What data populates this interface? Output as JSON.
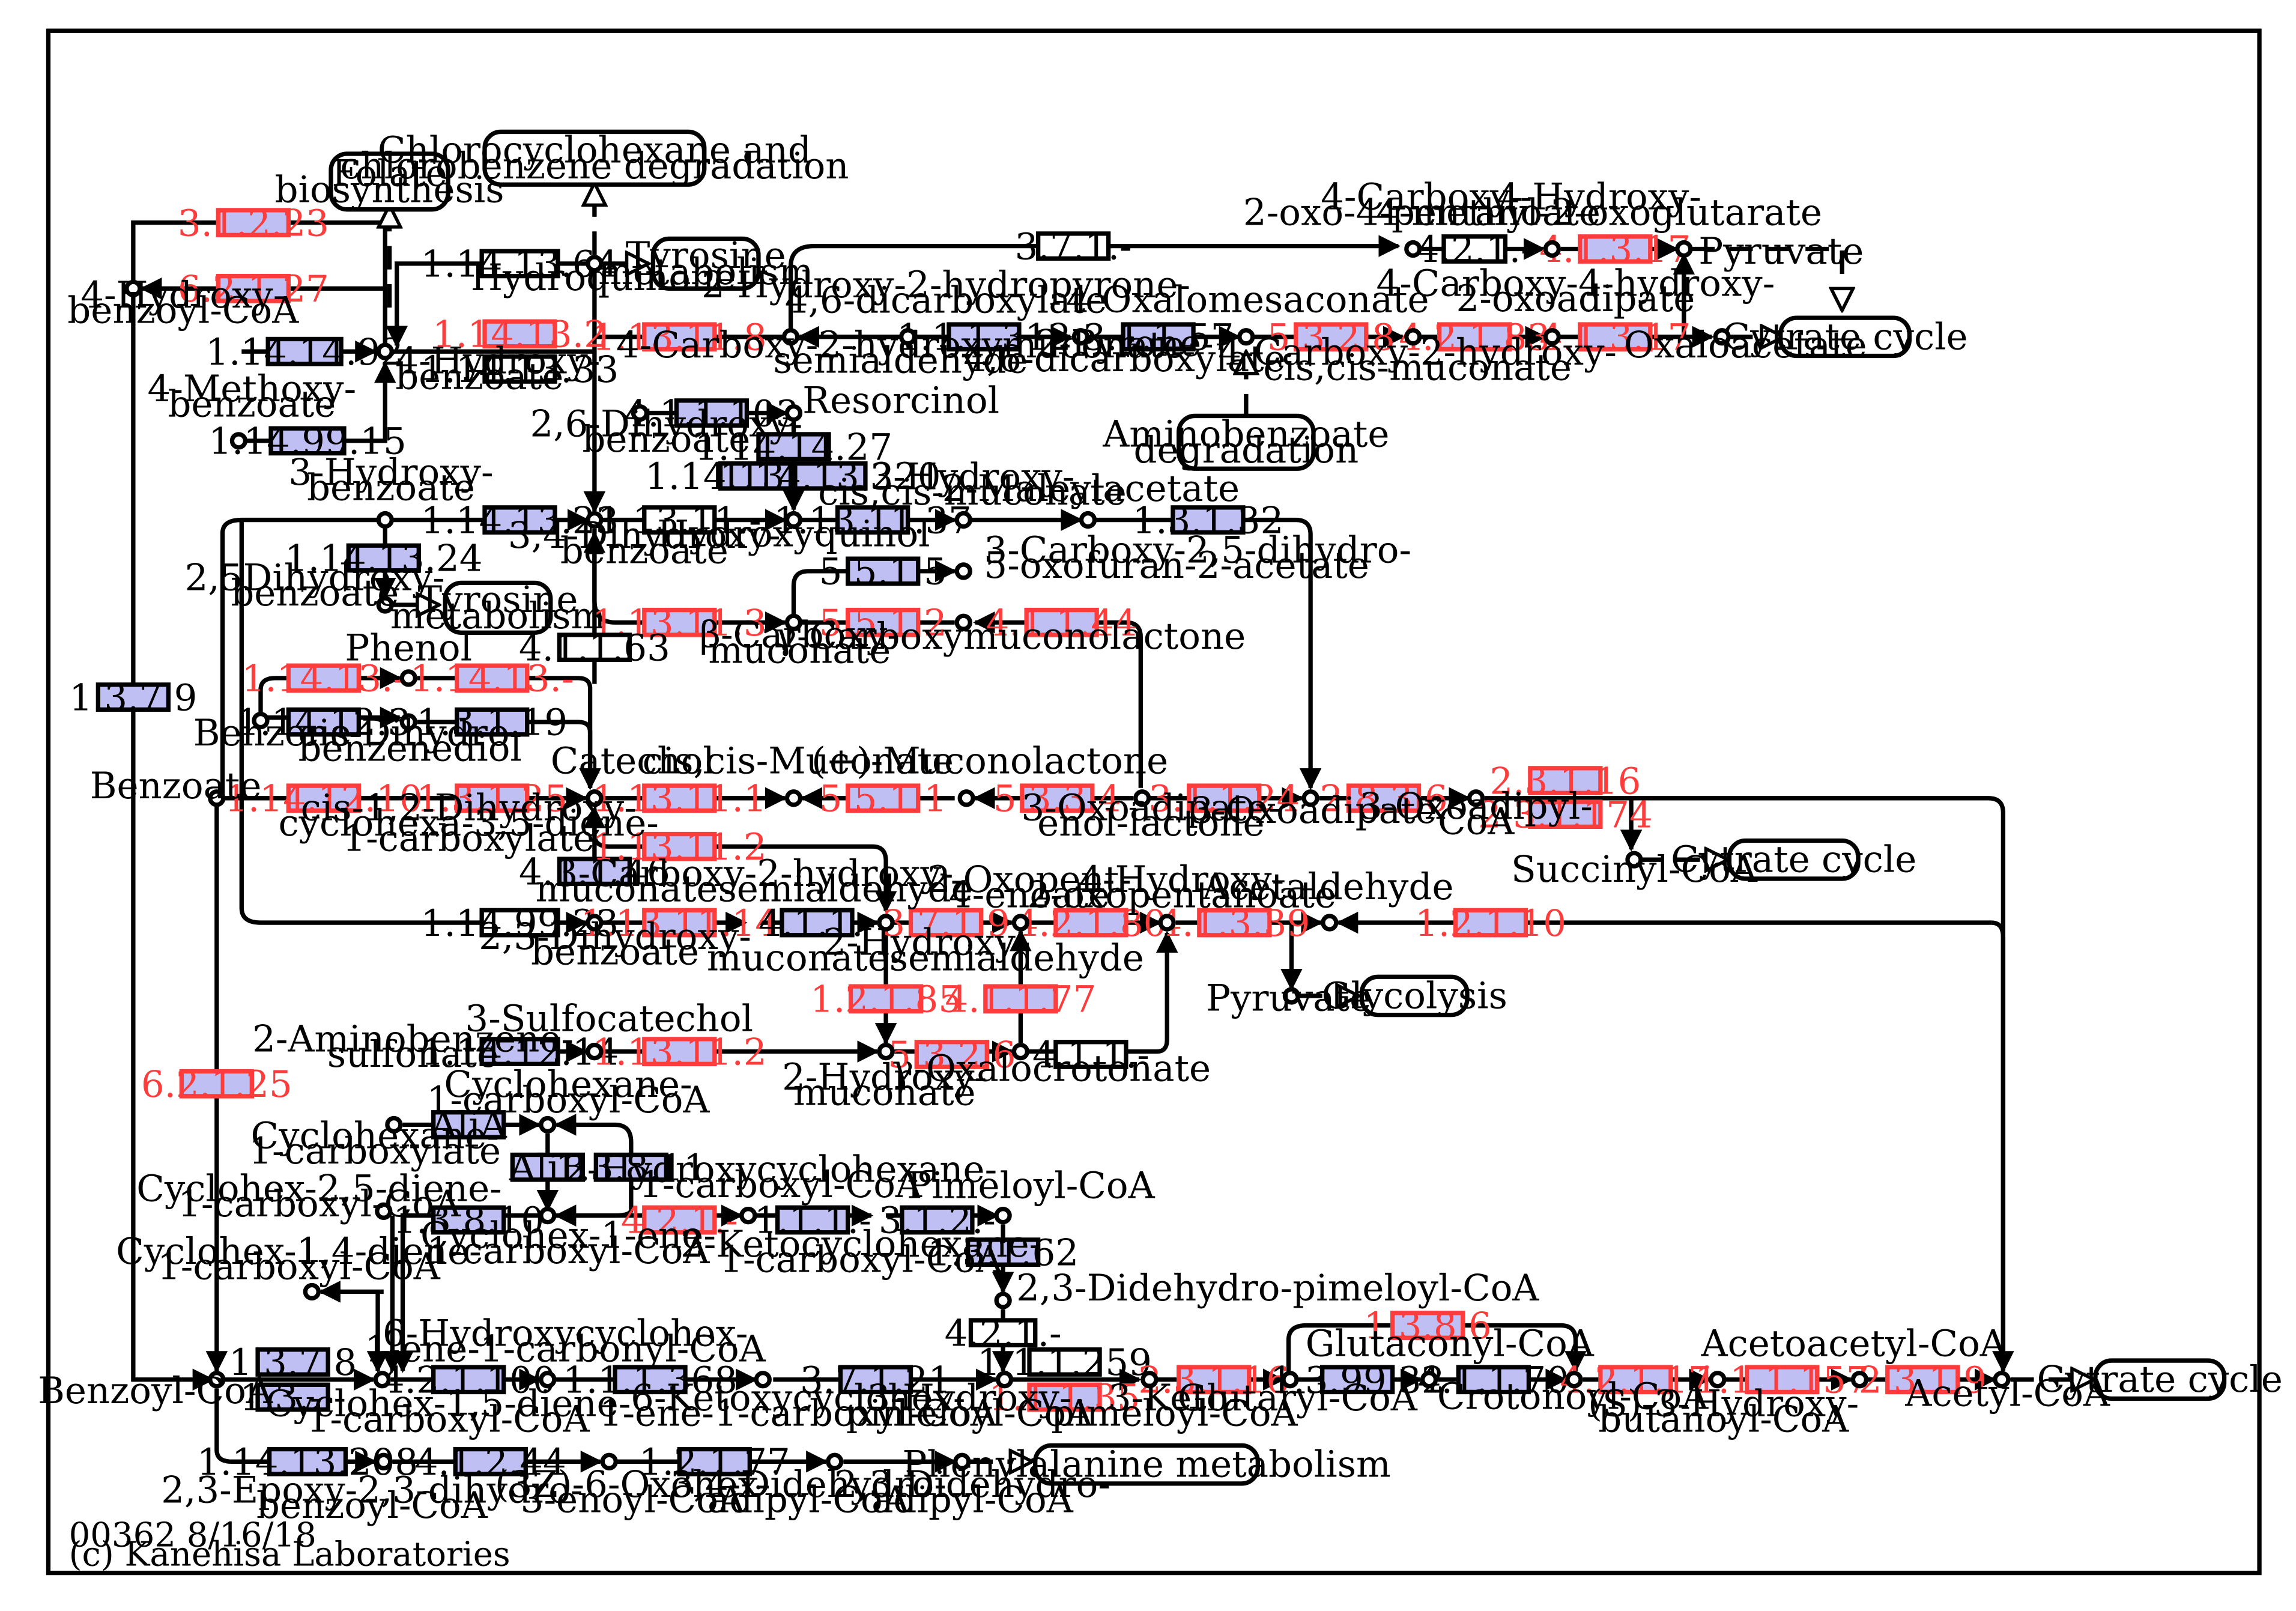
{
  "footer": {
    "id_line": "00362 8/16/18",
    "copyright": "(c) Kanehisa Laboratories"
  },
  "colors": {
    "enzyme_fill": "#bfbff4",
    "highlight": "#ff3c3c",
    "line": "#000000"
  },
  "enzymes": [
    {
      "label": "3.1.2.23",
      "style": "red"
    },
    {
      "label": "6.2.1.27",
      "style": "red"
    },
    {
      "label": "1.14.13.64",
      "style": "white"
    },
    {
      "label": "1.14.14.92",
      "style": "blue"
    },
    {
      "label": "1.14.13.2",
      "style": "red"
    },
    {
      "label": "1.14.13.33",
      "style": "white"
    },
    {
      "label": "1.14.99.15",
      "style": "blue"
    },
    {
      "label": "1.14.13.23",
      "style": "blue"
    },
    {
      "label": "1.14.13.24",
      "style": "blue"
    },
    {
      "label": "1.13.11.-",
      "style": "white"
    },
    {
      "label": "1.13.11.8",
      "style": "red"
    },
    {
      "label": "1.13.11.3",
      "style": "red"
    },
    {
      "label": "4.1.1.63",
      "style": "white"
    },
    {
      "label": "4.1.1.103",
      "style": "blue"
    },
    {
      "label": "1.14.14.27",
      "style": "blue"
    },
    {
      "label": "1.14.13.219",
      "style": "blue"
    },
    {
      "label": "1.14.13.220",
      "style": "blue"
    },
    {
      "label": "1.13.11.37",
      "style": "blue"
    },
    {
      "label": "1.3.1.32",
      "style": "blue"
    },
    {
      "label": "5.5.1.5",
      "style": "blue"
    },
    {
      "label": "5.5.1.2",
      "style": "red"
    },
    {
      "label": "4.1.1.44",
      "style": "red"
    },
    {
      "label": "3.7.1.-",
      "style": "white"
    },
    {
      "label": "1.1.1.312",
      "style": "blue"
    },
    {
      "label": "3.1.1.57",
      "style": "blue"
    },
    {
      "label": "5.3.2.8",
      "style": "red"
    },
    {
      "label": "4.2.1.83",
      "style": "red"
    },
    {
      "label": "4.1.3.17",
      "style": "red"
    },
    {
      "label": "4.2.1.-",
      "style": "white"
    },
    {
      "label": "4.1.3.17",
      "style": "red"
    },
    {
      "label": "1.3.7.9",
      "style": "blue"
    },
    {
      "label": "1.14.13.-",
      "style": "red"
    },
    {
      "label": "1.14.13.-",
      "style": "red"
    },
    {
      "label": "1.14.12.3",
      "style": "blue"
    },
    {
      "label": "1.3.1.19",
      "style": "blue"
    },
    {
      "label": "1.14.12.10",
      "style": "red"
    },
    {
      "label": "1.3.1.25",
      "style": "red"
    },
    {
      "label": "1.13.11.1",
      "style": "red"
    },
    {
      "label": "5.5.1.1",
      "style": "red"
    },
    {
      "label": "5.3.3.4",
      "style": "red"
    },
    {
      "label": "3.1.1.24",
      "style": "red"
    },
    {
      "label": "2.8.3.6",
      "style": "red"
    },
    {
      "label": "2.3.1.16",
      "style": "red"
    },
    {
      "label": "2.3.1.174",
      "style": "red"
    },
    {
      "label": "4.1.1.46",
      "style": "blue"
    },
    {
      "label": "1.13.11.2",
      "style": "red"
    },
    {
      "label": "1.14.99.23",
      "style": "white"
    },
    {
      "label": "1.13.11.14",
      "style": "red"
    },
    {
      "label": "4.1.1.-",
      "style": "blue"
    },
    {
      "label": "3.7.1.9",
      "style": "red"
    },
    {
      "label": "4.2.1.80",
      "style": "red"
    },
    {
      "label": "4.1.3.39",
      "style": "red"
    },
    {
      "label": "1.2.1.10",
      "style": "red"
    },
    {
      "label": "1.2.1.85",
      "style": "red"
    },
    {
      "label": "4.1.1.77",
      "style": "red"
    },
    {
      "label": "1.14.12.14",
      "style": "blue"
    },
    {
      "label": "1.13.11.2",
      "style": "red"
    },
    {
      "label": "5.3.2.6",
      "style": "red"
    },
    {
      "label": "4.1.1.-",
      "style": "white"
    },
    {
      "label": "6.2.1.25",
      "style": "red"
    },
    {
      "label": "AliA",
      "style": "blue"
    },
    {
      "label": "AliB",
      "style": "blue"
    },
    {
      "label": "1.3.8.11",
      "style": "blue"
    },
    {
      "label": "1.3.8.10",
      "style": "blue"
    },
    {
      "label": "4.2.1.-",
      "style": "red"
    },
    {
      "label": "1.1.1.-",
      "style": "blue"
    },
    {
      "label": "3.1.2.-",
      "style": "blue"
    },
    {
      "label": "1.3.1.62",
      "style": "blue"
    },
    {
      "label": "4.2.1.-",
      "style": "white"
    },
    {
      "label": "1.3.7.8",
      "style": "blue"
    },
    {
      "label": "1.3.-.-",
      "style": "blue"
    },
    {
      "label": "4.2.1.100",
      "style": "blue"
    },
    {
      "label": "1.1.1.368",
      "style": "blue"
    },
    {
      "label": "3.7.1.21",
      "style": "blue"
    },
    {
      "label": "1.1.1.259",
      "style": "white"
    },
    {
      "label": "1.1.1.35",
      "style": "red"
    },
    {
      "label": "2.3.1.16",
      "style": "red"
    },
    {
      "label": "1.3.8.6",
      "style": "red"
    },
    {
      "label": "1.3.99.32",
      "style": "blue"
    },
    {
      "label": "4.1.1.70",
      "style": "blue"
    },
    {
      "label": "4.2.1.17",
      "style": "red"
    },
    {
      "label": "1.1.1.157",
      "style": "red"
    },
    {
      "label": "2.3.1.9",
      "style": "red"
    },
    {
      "label": "1.14.13.208",
      "style": "blue"
    },
    {
      "label": "4.1.2.44",
      "style": "blue"
    },
    {
      "label": "1.2.1.77",
      "style": "blue"
    }
  ],
  "maps": [
    {
      "lines": [
        "Folate",
        "biosynthesis"
      ]
    },
    {
      "lines": [
        "Chlorocyclohexane and",
        "chlorobenzene degradation"
      ]
    },
    {
      "lines": [
        "Tyrosine",
        "metabolism"
      ]
    },
    {
      "lines": [
        "Tyrosine",
        "metabolism"
      ]
    },
    {
      "lines": [
        "Aminobenzoate",
        "degradation"
      ]
    },
    {
      "lines": [
        "Cytrate cycle"
      ]
    },
    {
      "lines": [
        "Cytrate cycle"
      ]
    },
    {
      "lines": [
        "Glycolysis"
      ]
    },
    {
      "lines": [
        "Cytrate cycle"
      ]
    },
    {
      "lines": [
        "Phenylalanine metabolism"
      ]
    }
  ],
  "compounds": [
    [
      "4-Hydroxy-",
      "benzoyl-CoA"
    ],
    [
      "4-Hydroxy-",
      "benzoate"
    ],
    [
      "Hydroquinone"
    ],
    [
      "4-Methoxy-",
      "benzoate"
    ],
    [
      "3-Hydroxy-",
      "benzoate"
    ],
    [
      "2,5Dihydroxy-",
      "benzoate"
    ],
    [
      "3,4-Dihydroxy-",
      "benzoate"
    ],
    [
      "2,6-Dihydroxy-",
      "benzoate"
    ],
    [
      "Resorcinol"
    ],
    [
      "Hydroxyquinol"
    ],
    [
      "3-Hydroxy-",
      "cis,cis-muconate"
    ],
    [
      "2-Maleylacetate"
    ],
    [
      "3-Carboxy-2,5-dihydro-",
      "5-oxofuran-2-acetate"
    ],
    [
      "β-Carboxy-",
      "muconate"
    ],
    [
      "γ-Carboxymuconolactone"
    ],
    [
      "4-Carboxy-2-hydroxymuconate",
      "semialdehyde"
    ],
    [
      "2-Hydroxy-2-hydropyrone-",
      "4,6-dicarboxylate"
    ],
    [
      "2-Pyrone-",
      "4,6-dicarboxylate"
    ],
    [
      "4-Oxalomesaconate"
    ],
    [
      "4-Carboxy-2-hydroxy-",
      "cis,cis-muconate"
    ],
    [
      "4-Carboxy-4-hydroxy-",
      "2-oxoadipate"
    ],
    [
      "4-Carboxy-",
      "2-oxo-4-pentanoate"
    ],
    [
      "4-Hydroxy-",
      "4-methyl-2-oxoglutarate"
    ],
    [
      "Pyruvate"
    ],
    [
      "Oxaloacetate"
    ],
    [
      "Phenol"
    ],
    [
      "Benzene"
    ],
    [
      "cis-Dihydro-",
      "benzenediol"
    ],
    [
      "Catechol"
    ],
    [
      "Benzoate"
    ],
    [
      "cis-1,2-Dihydroxy-",
      "cyclohexa-3,5-diene-",
      "1-carboxylate"
    ],
    [
      "cis,cis-Muconate"
    ],
    [
      "(+)-Muconolactone"
    ],
    [
      "3-Oxoadipate-",
      "enol-lactone"
    ],
    [
      "3-Oxoadipate"
    ],
    [
      "3-Oxoadipyl-",
      "CoA"
    ],
    [
      "Succinyl-CoA"
    ],
    [
      "3-Carboxy-2-hydroxy-",
      "muconatesemialdehyde"
    ],
    [
      "2,3-Dihydroxy-",
      "benzoate"
    ],
    [
      "2-Hydroxy-",
      "muconatesemialdehyde"
    ],
    [
      "2-Oxopent-",
      "4-enoate"
    ],
    [
      "4-Hydroxy-",
      "2-oxopentanoate"
    ],
    [
      "Acetaldehyde"
    ],
    [
      "Pyruvate"
    ],
    [
      "2-Aminobenzene-",
      "sulfonate"
    ],
    [
      "3-Sulfocatechol"
    ],
    [
      "2-Hydroxy-",
      "muconate"
    ],
    [
      "γ-Oxalocrotonate"
    ],
    [
      "Cyclohexane-",
      "1-carboxyl-CoA"
    ],
    [
      "Cyclohexane-",
      "1-carboxylate"
    ],
    [
      "Cyclohex-2,5-diene-",
      "1-carboxyl-CoA"
    ],
    [
      "2-Hydroxycyclohexane-",
      "1-carboxyl-CoA"
    ],
    [
      "Pimeloyl-CoA"
    ],
    [
      "Cyclohex-1-ene-",
      "1-carboxyl-CoA"
    ],
    [
      "2-Ketocyclohexane-",
      "1-carboxyl-CoA"
    ],
    [
      "Cyclohex-1,4-diene-",
      "1-carboxyl-CoA"
    ],
    [
      "2,3-Didehydro-pimeloyl-CoA"
    ],
    [
      "Benzoyl-CoA"
    ],
    [
      "6-Hydroxycyclohex-",
      "1-ene-1-carbonyl-CoA"
    ],
    [
      "Cyclohex-1,5-diene-",
      "1-carboxyl-CoA"
    ],
    [
      "6-Ketoxycyclohex-",
      "1-ene-1-carboxyl-CoA"
    ],
    [
      "3-Hydroxy-",
      "pimeloyl-CoA"
    ],
    [
      "3-Keto-",
      "pimeloyl-CoA"
    ],
    [
      "Glutaryl-CoA"
    ],
    [
      "Glutaconyl-CoA"
    ],
    [
      "Crotonoyl-CoA"
    ],
    [
      "(S)-3-Hydroxy-",
      "butanoyl-CoA"
    ],
    [
      "Acetoacetyl-CoA"
    ],
    [
      "Acetyl-CoA"
    ],
    [
      "2,3-Epoxy-2,3-dihydro-",
      "benzoyl-CoA"
    ],
    [
      "(3Z)-6-Oxohex-",
      "3-enoyl-CoA"
    ],
    [
      "3,4-Didehydro-",
      "adipyl-CoA"
    ],
    [
      "2,3-Didehydro-",
      "adipyl-CoA"
    ]
  ]
}
